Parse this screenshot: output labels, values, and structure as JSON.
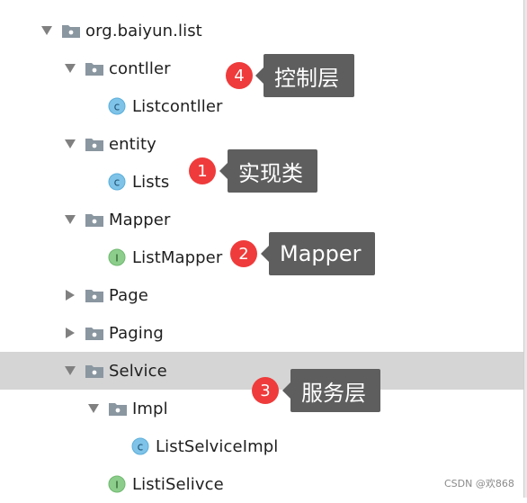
{
  "tree": {
    "items": [
      {
        "label": "org.baiyun.list",
        "type": "package",
        "expanded": true
      },
      {
        "label": "contller",
        "type": "package",
        "expanded": true
      },
      {
        "label": "Listcontller",
        "type": "class"
      },
      {
        "label": "entity",
        "type": "package",
        "expanded": true
      },
      {
        "label": "Lists",
        "type": "class"
      },
      {
        "label": "Mapper",
        "type": "package",
        "expanded": true
      },
      {
        "label": "ListMapper",
        "type": "interface"
      },
      {
        "label": "Page",
        "type": "package",
        "expanded": false
      },
      {
        "label": "Paging",
        "type": "package",
        "expanded": false
      },
      {
        "label": "Selvice",
        "type": "package",
        "expanded": true,
        "selected": true
      },
      {
        "label": "Impl",
        "type": "package",
        "expanded": true
      },
      {
        "label": "ListSelviceImpl",
        "type": "class"
      },
      {
        "label": "ListiSelivce",
        "type": "interface"
      }
    ]
  },
  "callouts": [
    {
      "number": "4",
      "text": "控制层"
    },
    {
      "number": "1",
      "text": "实现类"
    },
    {
      "number": "2",
      "text": "Mapper"
    },
    {
      "number": "3",
      "text": "服务层"
    }
  ],
  "watermark": "CSDN @欢868",
  "colors": {
    "selected_row": "#d5d5d5",
    "badge": "#ef3b3b",
    "tooltip": "#5e5e5e",
    "folder_icon": "#8a96a0",
    "class_icon": "#7fc3e8",
    "interface_icon": "#8ccd8c"
  }
}
